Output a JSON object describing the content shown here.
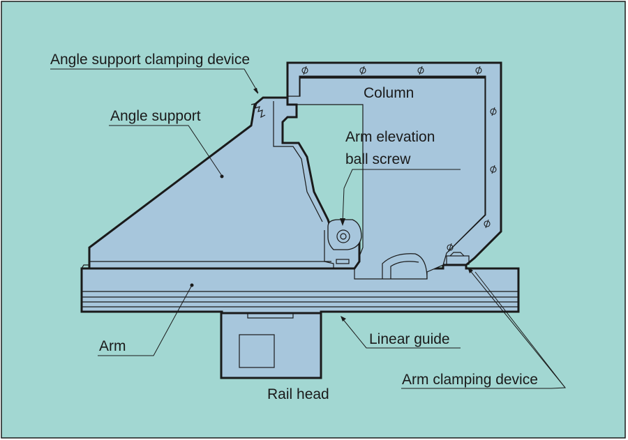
{
  "colors": {
    "background": "#a2d7d2",
    "part_fill": "#a7c6dc",
    "outline": "#1a1a1a"
  },
  "labels": {
    "angle_support_clamping_device": "Angle support clamping device",
    "angle_support": "Angle support",
    "column": "Column",
    "arm_elevation_line1": "Arm elevation",
    "arm_elevation_line2": "ball screw",
    "arm": "Arm",
    "linear_guide": "Linear guide",
    "arm_clamping_device": "Arm clamping device",
    "rail_head": "Rail head"
  }
}
